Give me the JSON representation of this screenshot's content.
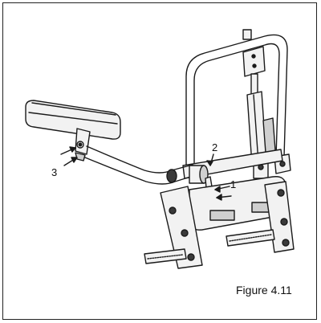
{
  "caption": "Figure 4.11",
  "callouts": {
    "one": "1",
    "two": "2",
    "three": "3"
  },
  "colors": {
    "line": "#1a1a1a",
    "fill_light": "#f2f2f2",
    "fill_mid": "#cfcfcf",
    "fill_dark": "#3a3a3a"
  }
}
